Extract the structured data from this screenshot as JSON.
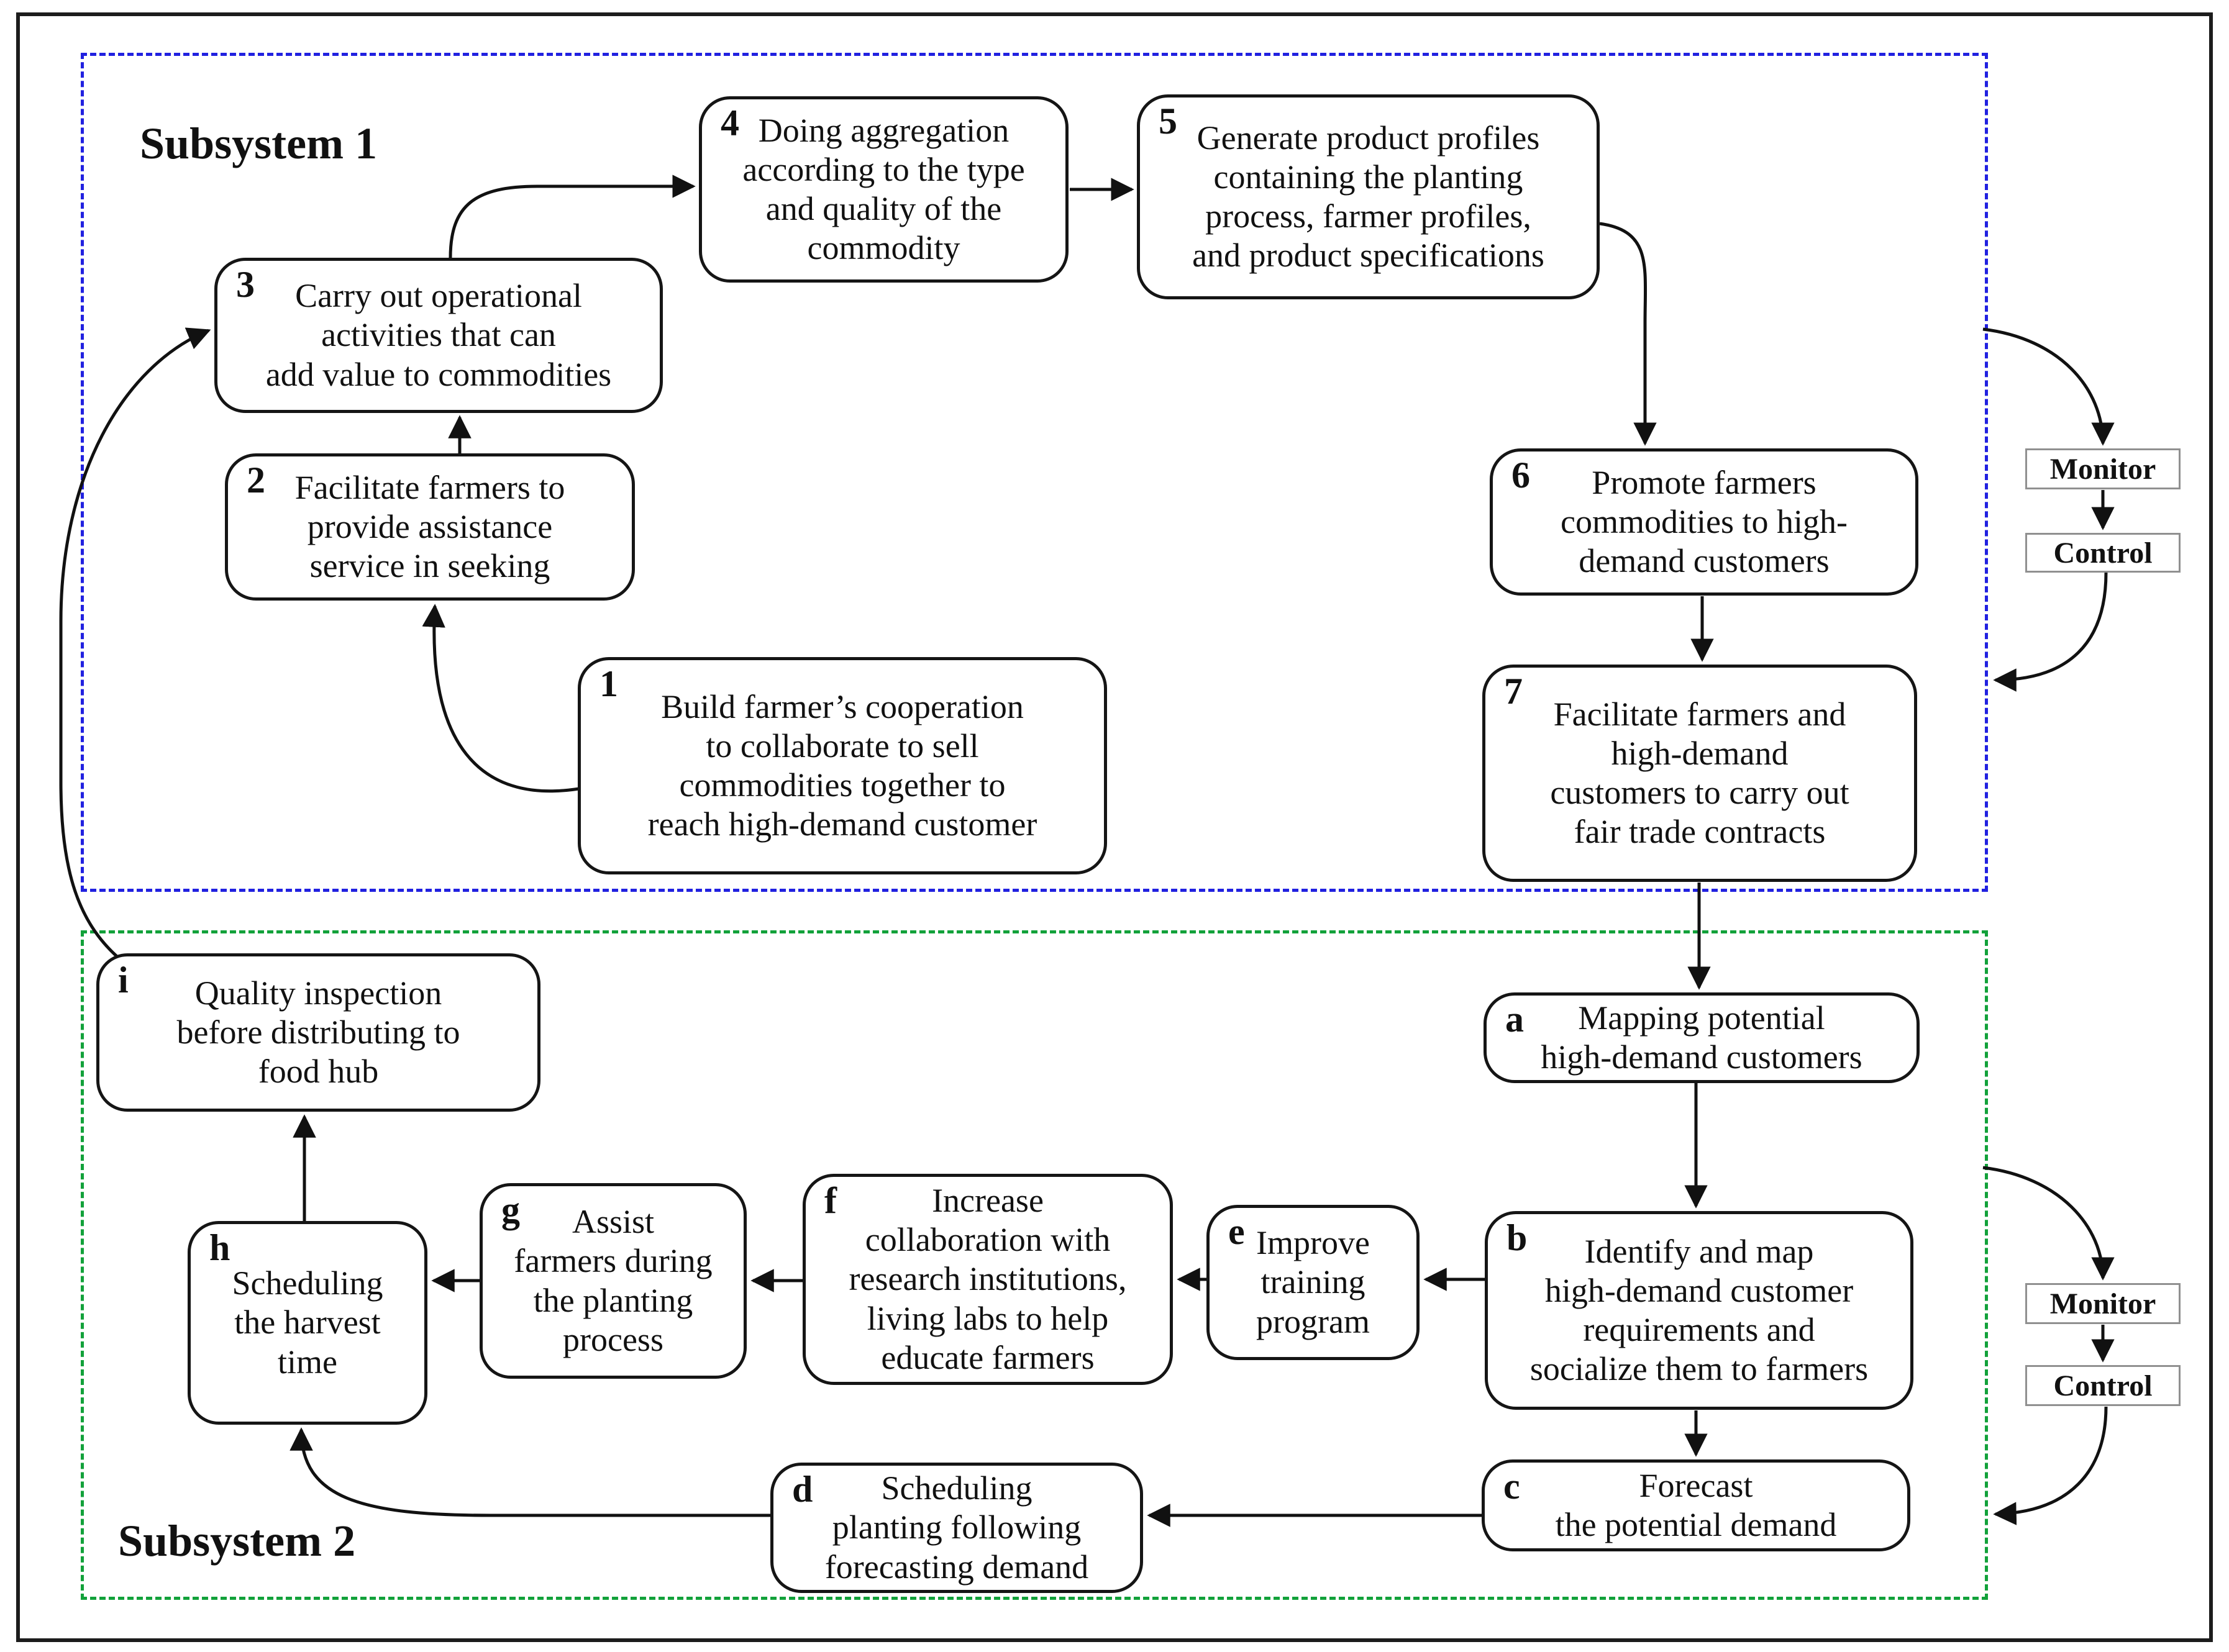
{
  "figure": {
    "title": "Two-subsystem process flow diagram",
    "subsystem1": {
      "label": "Subsystem 1",
      "border_color": "#2121e0",
      "monitor_label": "Monitor",
      "control_label": "Control"
    },
    "subsystem2": {
      "label": "Subsystem 2",
      "border_color": "#12a13a",
      "monitor_label": "Monitor",
      "control_label": "Control"
    },
    "nodes": {
      "n1": {
        "num": "1",
        "text": "Build farmer’s cooperation\nto collaborate to sell\ncommodities together to\nreach high-demand customer"
      },
      "n2": {
        "num": "2",
        "text": "Facilitate farmers to\nprovide assistance\nservice in seeking"
      },
      "n3": {
        "num": "3",
        "text": "Carry out operational\nactivities that can\nadd value to commodities"
      },
      "n4": {
        "num": "4",
        "text": "Doing aggregation\naccording to the type\nand quality of the\ncommodity"
      },
      "n5": {
        "num": "5",
        "text": "Generate product profiles\ncontaining the planting\nprocess, farmer profiles,\nand product specifications"
      },
      "n6": {
        "num": "6",
        "text": "Promote farmers\ncommodities to high-\ndemand customers"
      },
      "n7": {
        "num": "7",
        "text": "Facilitate farmers and\nhigh-demand\ncustomers to carry out\nfair trade contracts"
      },
      "na": {
        "num": "a",
        "text": "Mapping potential\nhigh-demand customers"
      },
      "nb": {
        "num": "b",
        "text": "Identify and map\nhigh-demand customer\nrequirements and\nsocialize them to farmers"
      },
      "nc": {
        "num": "c",
        "text": "Forecast\nthe potential demand"
      },
      "nd": {
        "num": "d",
        "text": "Scheduling\nplanting following\nforecasting demand"
      },
      "ne": {
        "num": "e",
        "text": "Improve\ntraining\nprogram"
      },
      "nf": {
        "num": "f",
        "text": "Increase\ncollaboration with\nresearch institutions,\nliving labs to help\neducate farmers"
      },
      "ng": {
        "num": "g",
        "text": "Assist\nfarmers during\nthe planting\nprocess"
      },
      "nh": {
        "num": "h",
        "text": "Scheduling\nthe harvest\ntime"
      },
      "ni": {
        "num": "i",
        "text": "Quality inspection\nbefore distributing to\nfood hub"
      }
    },
    "colors": {
      "arrow": "#111111",
      "box_border": "#151515",
      "monitor_box_border": "#909090"
    }
  }
}
